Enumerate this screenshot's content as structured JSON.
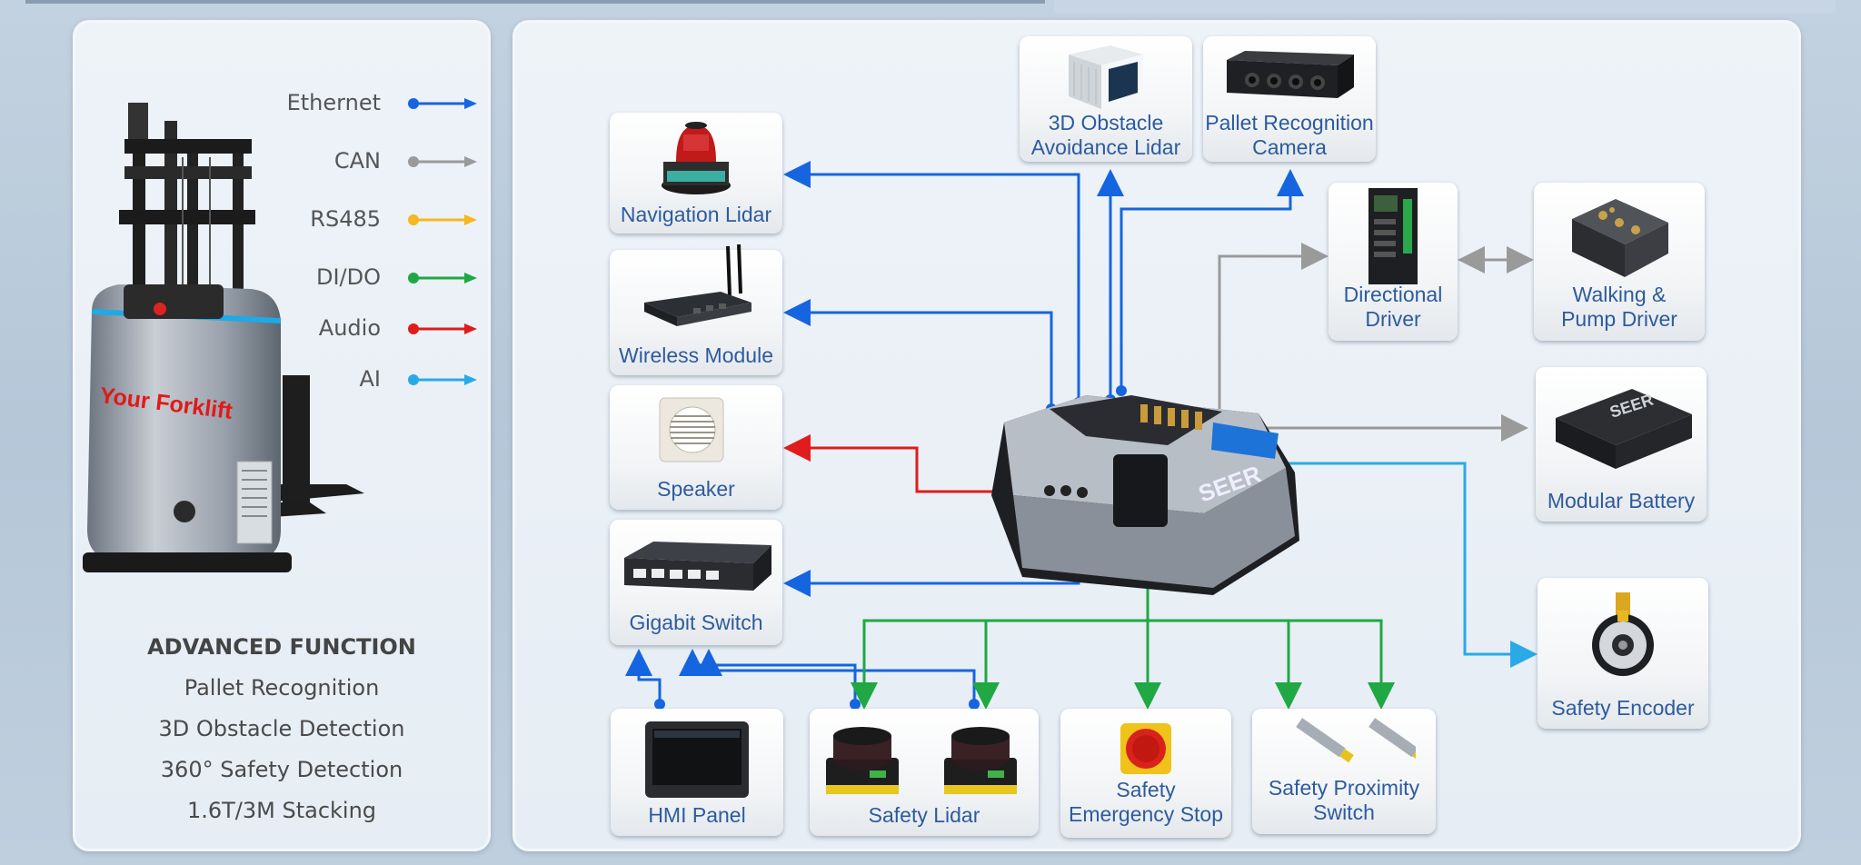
{
  "legend": [
    {
      "label": "Ethernet",
      "color": "#1565e0"
    },
    {
      "label": "CAN",
      "color": "#9a9a9a"
    },
    {
      "label": "RS485",
      "color": "#f5b820"
    },
    {
      "label": "DI/DO",
      "color": "#1fa843"
    },
    {
      "label": "Audio",
      "color": "#e01c1c"
    },
    {
      "label": "AI",
      "color": "#29aae6"
    }
  ],
  "forklift": {
    "branding": "Your Forklift"
  },
  "functions": {
    "title": "ADVANCED FUNCTION",
    "items": [
      "Pallet Recognition",
      "3D Obstacle Detection",
      "360° Safety Detection",
      "1.6T/3M Stacking"
    ]
  },
  "devices": {
    "navigation_lidar": "Navigation Lidar",
    "wireless_module": "Wireless Module",
    "speaker": "Speaker",
    "gigabit_switch": "Gigabit Switch",
    "obstacle_lidar": "3D Obstacle\nAvoidance Lidar",
    "pallet_camera": "Pallet Recognition\nCamera",
    "directional_driver": "Directional\nDriver",
    "walking_pump_driver": "Walking &\nPump Driver",
    "modular_battery": "Modular Battery",
    "safety_encoder": "Safety Encoder",
    "hmi_panel": "HMI Panel",
    "safety_lidar": "Safety Lidar",
    "emergency_stop": "Safety\nEmergency Stop",
    "proximity_switch": "Safety Proximity\nSwitch"
  },
  "controller": {
    "brand": "SEER"
  }
}
